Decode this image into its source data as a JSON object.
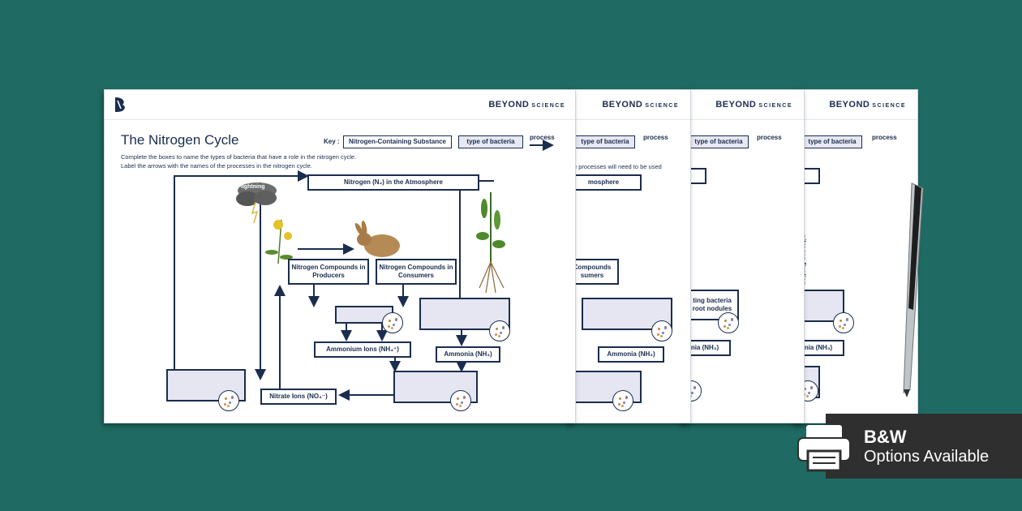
{
  "brand": {
    "name": "BEYOND",
    "sub": "SCIENCE"
  },
  "worksheet": {
    "title": "The Nitrogen Cycle",
    "key_label": "Key :",
    "key_substance": "Nitrogen-Containing Substance",
    "key_bacteria": "type of bacteria",
    "key_process": "process",
    "instruction_1": "Complete the boxes to name the types of bacteria that have a role in the nitrogen cycle.",
    "instruction_2": "Label the arrows with the names of the processes in the nitrogen cycle.",
    "atmosphere": "Nitrogen (N₂) in the Atmosphere",
    "lightning": "lightning",
    "producers": "Nitrogen Compounds in Producers",
    "consumers": "Nitrogen Compounds in Consumers",
    "ammonium": "Ammonium Ions (NH₄⁺)",
    "ammonia": "Ammonia (NH₃)",
    "nitrate": "Nitrate Ions (NO₃⁻)"
  },
  "back_sheets": {
    "partial_instruction": "e processes will need to be used",
    "partial_atmosphere": "mosphere",
    "partial_compounds_1": "Compounds",
    "partial_compounds_2": "sumers",
    "ammonia": "Ammonia (NH₃)",
    "partial_ammonia": "nia (NH₃)",
    "fixing_bacteria_1": "ting bacteria",
    "fixing_bacteria_2": "root nodules",
    "nitrogen_fixation": "nitrogen fixation"
  },
  "badge": {
    "line1": "B&W",
    "line2": "Options Available"
  },
  "colors": {
    "background": "#1f6b63",
    "navy": "#1b2d4f",
    "blank_fill": "#e5e6f1",
    "badge": "#2f2f2f"
  }
}
